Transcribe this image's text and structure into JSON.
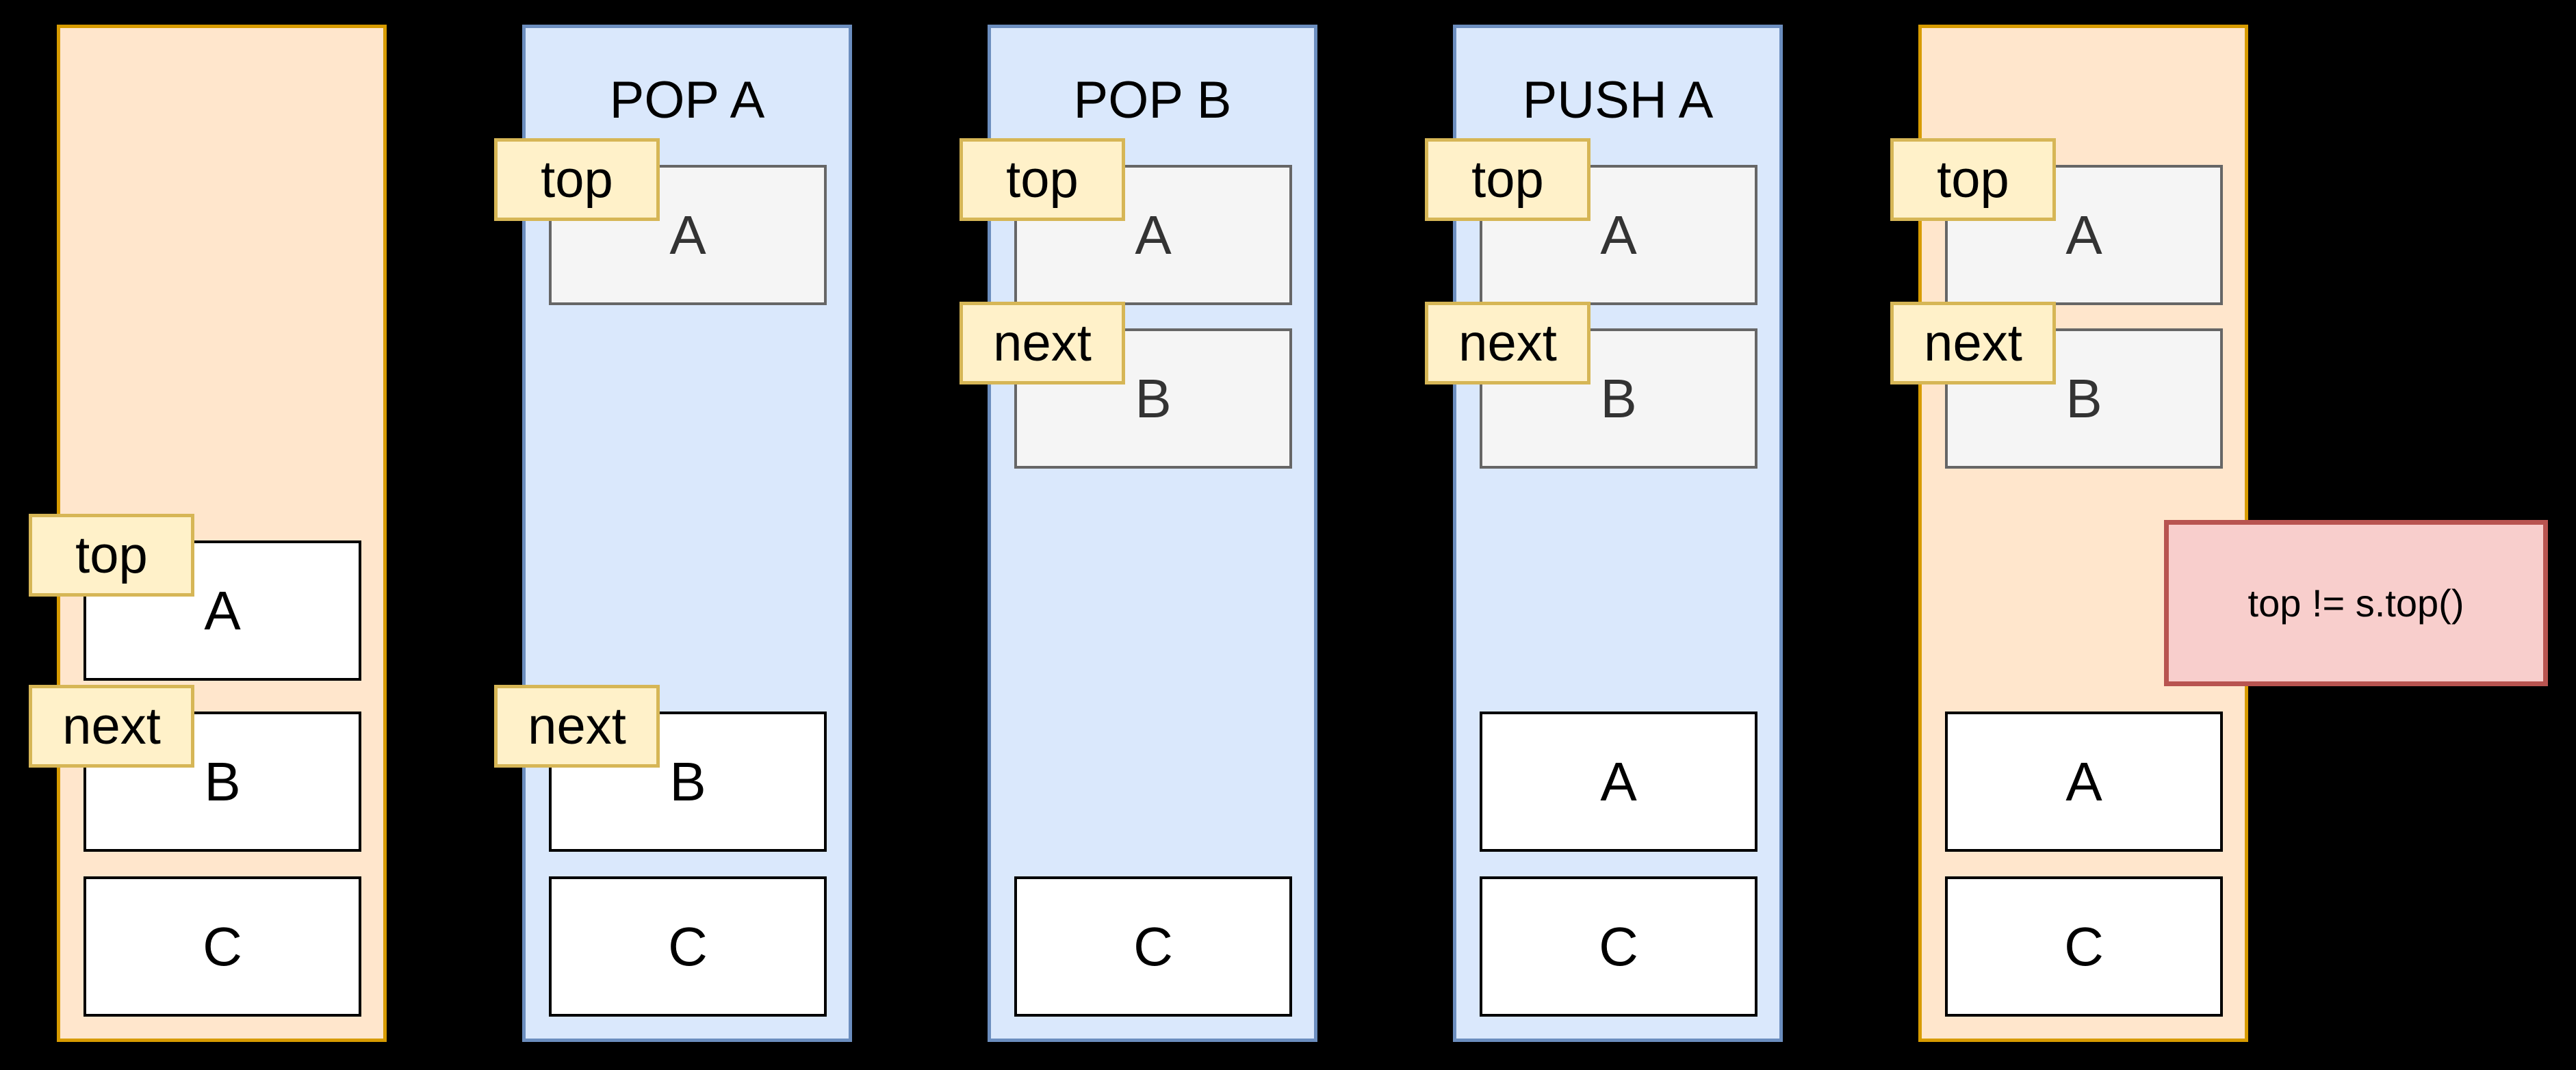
{
  "diagram": {
    "kind": "stack-operations-sequence",
    "pointer_tags": [
      "top",
      "next"
    ]
  },
  "colors": {
    "background": "#000000",
    "orange_fill": "#ffe6cc",
    "orange_stroke": "#d79b00",
    "blue_fill": "#dae8fc",
    "blue_stroke": "#6c8ebf",
    "ghost_fill": "#f5f5f5",
    "ghost_stroke": "#666666",
    "ghost_text": "#333333",
    "cell_fill": "#ffffff",
    "cell_stroke": "#000000",
    "label_fill": "#fff1c9",
    "label_stroke": "#d6b656",
    "annotation_fill": "#f8cecc",
    "annotation_stroke": "#b85450"
  },
  "annotation": {
    "text": "top != s.top()"
  },
  "columns": [
    {
      "id": "initial",
      "theme": "orange",
      "title": "",
      "cells": [
        {
          "letter": "A",
          "state": "active",
          "slot": "upperStack",
          "pointer": "top"
        },
        {
          "letter": "B",
          "state": "active",
          "slot": "midStack",
          "pointer": "next"
        },
        {
          "letter": "C",
          "state": "active",
          "slot": "bottomStack"
        }
      ]
    },
    {
      "id": "pop-a",
      "theme": "blue",
      "title": "POP A",
      "cells": [
        {
          "letter": "A",
          "state": "ghost",
          "slot": "ghostTop",
          "pointer": "top"
        },
        {
          "letter": "B",
          "state": "active",
          "slot": "midStack",
          "pointer": "next"
        },
        {
          "letter": "C",
          "state": "active",
          "slot": "bottomStack"
        }
      ]
    },
    {
      "id": "pop-b",
      "theme": "blue",
      "title": "POP B",
      "cells": [
        {
          "letter": "A",
          "state": "ghost",
          "slot": "ghostTop",
          "pointer": "top"
        },
        {
          "letter": "B",
          "state": "ghost",
          "slot": "ghostSecond",
          "pointer": "next"
        },
        {
          "letter": "C",
          "state": "active",
          "slot": "bottomStack"
        }
      ]
    },
    {
      "id": "push-a",
      "theme": "blue",
      "title": "PUSH A",
      "cells": [
        {
          "letter": "A",
          "state": "ghost",
          "slot": "ghostTop",
          "pointer": "top"
        },
        {
          "letter": "B",
          "state": "ghost",
          "slot": "ghostSecond",
          "pointer": "next"
        },
        {
          "letter": "A",
          "state": "active",
          "slot": "midStack"
        },
        {
          "letter": "C",
          "state": "active",
          "slot": "bottomStack"
        }
      ]
    },
    {
      "id": "final",
      "theme": "orange",
      "title": "",
      "cells": [
        {
          "letter": "A",
          "state": "ghost",
          "slot": "ghostTop",
          "pointer": "top"
        },
        {
          "letter": "B",
          "state": "ghost",
          "slot": "ghostSecond",
          "pointer": "next"
        },
        {
          "letter": "A",
          "state": "active",
          "slot": "midStack"
        },
        {
          "letter": "C",
          "state": "active",
          "slot": "bottomStack"
        }
      ]
    }
  ]
}
